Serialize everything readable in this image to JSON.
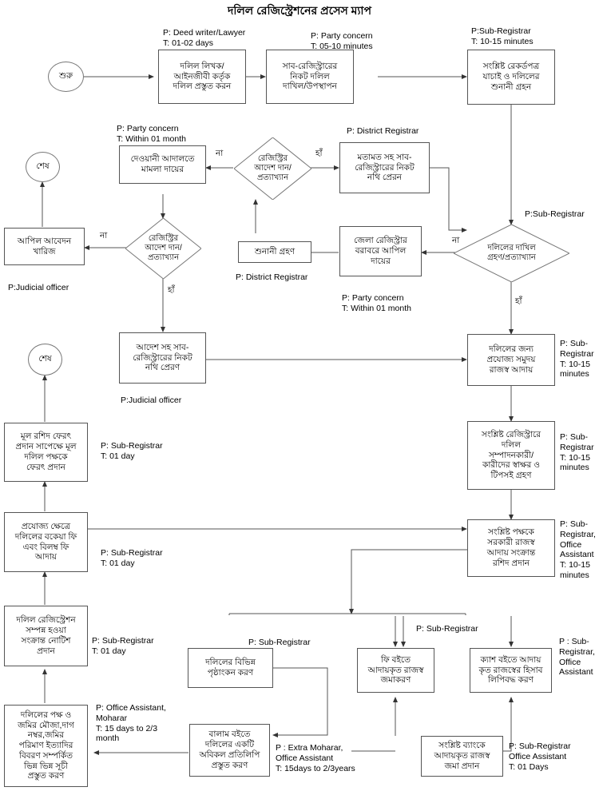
{
  "page": {
    "title": "দলিল রেজিস্ট্রেশনের প্রসেস ম্যাপ",
    "type": "process-flowchart",
    "language": "Bengali",
    "colors": {
      "background": "#ffffff",
      "box_border": "#555555",
      "line": "#555555",
      "text": "#000000"
    }
  },
  "nodes": {
    "start": {
      "label": "শুরু",
      "shape": "oval"
    },
    "n1": {
      "label": "দলিল লিখক/\nআইনজীবী কর্তৃক\nদলিল প্রস্তুত করন",
      "shape": "rect"
    },
    "n2": {
      "label": "সাব-রেজিস্ট্রারের\nনিকট দলিল\nদাখিল/উপস্থাপন",
      "shape": "rect"
    },
    "n3": {
      "label": "সংশ্লিষ্ট রেকর্ডপত্র\nযাচাই ও দলিলের\nশুনানী গ্রহন",
      "shape": "rect"
    },
    "d1": {
      "label": "দলিলের দাখিল\nগ্রহণ/প্রত্যাখ্যান",
      "shape": "diamond"
    },
    "n4": {
      "label": "জেলা রেজিস্ট্রার\nবরাবরে আপিল\nদায়ের",
      "shape": "rect"
    },
    "n5": {
      "label": "শুনানী গ্রহণ",
      "shape": "rect"
    },
    "d2": {
      "label": "রেজিস্ট্রির\nআদেশ দান/\nপ্রত্যাখ্যান",
      "shape": "diamond"
    },
    "n6": {
      "label": "মতামত সহ সাব-\nরেজিস্ট্রারের নিকট\nনথি প্রেরন",
      "shape": "rect"
    },
    "n7": {
      "label": "দেওয়ানী আদালতে\nমামলা দায়ের",
      "shape": "rect"
    },
    "d3": {
      "label": "রেজিস্ট্রির\nআদেশ দান/\nপ্রত্যাখ্যান",
      "shape": "diamond"
    },
    "n8": {
      "label": "আপিল আবেদন\nখারিজ",
      "shape": "rect"
    },
    "end1": {
      "label": "শেষ",
      "shape": "oval"
    },
    "n9": {
      "label": "আদেশ সহ সাব-\nরেজিস্ট্রারের নিকট\nনথি প্রেরণ",
      "shape": "rect"
    },
    "n10": {
      "label": "দলিলের জন্য\nপ্রযোজ্য সমুদয়\nরাজস্ব আদায়",
      "shape": "rect"
    },
    "n11": {
      "label": "সংশ্লিষ্ট রেজিস্ট্রারে\nদলিল\nসম্পাদনকারী/\nকারীদের স্বাক্ষর ও\nটিপসই গ্রহণ",
      "shape": "rect"
    },
    "n12": {
      "label": "সংশ্লিষ্ট পক্ষকে\nসরকারী রাজস্ব\nআদায় সংক্রান্ত\nরশিদ প্রদান",
      "shape": "rect"
    },
    "n13": {
      "label": "দলিলের বিভিন্ন\nপৃষ্ঠাংকন করণ",
      "shape": "rect"
    },
    "n14": {
      "label": "ফি বইতে\nআদায়কৃত রাজস্ব\nজমাকরণ",
      "shape": "rect"
    },
    "n15": {
      "label": "ক্যাশ বইতে আদায়\nকৃত রাজস্বের হিসাব\nলিপিবদ্ধ করণ",
      "shape": "rect"
    },
    "n16": {
      "label": "সংশ্লিষ্ট ব্যাংকে\nআদায়কৃত রাজস্ব\nজমা প্রদান",
      "shape": "rect"
    },
    "n17": {
      "label": "বালাম বইতে\nদলিলের একটি\nঅবিকল প্রতিলিপি\nপ্রস্তুত করণ",
      "shape": "rect"
    },
    "n18": {
      "label": "দলিলের পক্ষ ও\nজমির মৌজা,দাগ\nনম্বর,জমির\nপরিমাণ ইত্যাদির\nবিবরণ সম্পর্কিত\nভিন্ন ভিন্ন সূচী\nপ্রস্তুত করণ",
      "shape": "rect"
    },
    "n19": {
      "label": "দলিল রেজিস্ট্রেশন\nসম্পন্ন হওয়া\nসংক্রান্ত নোটিশ\nপ্রদান",
      "shape": "rect"
    },
    "n20": {
      "label": "প্রযোজ্য ক্ষেত্রে\nদলিলের বকেয়া ফি\nএবং বিলম্ব ফি\nআদায়",
      "shape": "rect"
    },
    "n21": {
      "label": "মূল রশিদ ফেরৎ\nপ্রদান সাপেক্ষে মূল\nদলিল পক্ষকে\nফেরৎ প্রদান",
      "shape": "rect"
    },
    "end2": {
      "label": "শেষ",
      "shape": "oval"
    }
  },
  "annotations": {
    "a1": "P: Deed writer/Lawyer\nT: 01-02 days",
    "a2": "P: Party concern\nT: 05-10 minutes",
    "a3": "P:Sub-Registrar\nT: 10-15 minutes",
    "a4": "P: Party concern\nT: Within 01 month",
    "a5": "P: District Registrar",
    "a6": "P:Sub-Registrar",
    "a7": "P: District Registrar",
    "a8": "P:Judicial officer",
    "a9": "P: Party concern\nT: Within 01 month",
    "a10": "P:Judicial officer",
    "a11": "P: Sub-\nRegistrar\nT: 10-15\nminutes",
    "a12": "P: Sub-\nRegistrar\nT: 10-15\nminutes",
    "a13": "P: Sub-Registrar\nT: 01 day",
    "a14": "P: Sub-Registrar\nT: 01 day",
    "a15": "P: Sub-\nRegistrar,\nOffice\nAssistant\nT: 10-15\nminutes",
    "a16": "P: Sub-Registrar\nT: 01 day",
    "a17": "P: Office Assistant,\nMoharar\nT: 15 days to 2/3\nmonth",
    "a18": "P: Sub-Registrar",
    "a19": "P: Sub-Registrar",
    "a20": "P : Sub-\nRegistrar,\nOffice\nAssistant",
    "a21": "P : Extra Moharar,\nOffice Assistant\nT: 15days to 2/3years",
    "a22": "P: Sub-Registrar\nOffice Assistant\nT: 01 Days"
  },
  "edge_labels": {
    "d1_no": "না",
    "d1_yes": "হাঁ",
    "d2_no": "না",
    "d2_yes": "হাঁ",
    "d3_no": "না",
    "d3_yes": "হাঁ"
  }
}
